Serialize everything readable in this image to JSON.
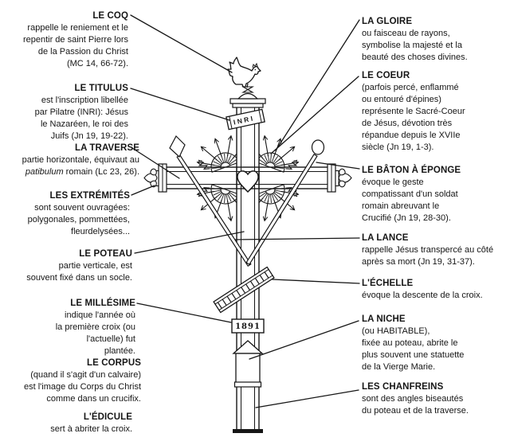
{
  "colors": {
    "ink": "#161616",
    "paper": "#ffffff"
  },
  "cross": {
    "inri": "INRI",
    "millesime": "1891"
  },
  "labels": {
    "coq": {
      "title": "LE COQ",
      "lines": [
        "rappelle le reniement et le",
        "repentir de saint Pierre lors",
        "de la Passion du Christ",
        "(MC 14, 66-72)."
      ]
    },
    "titulus": {
      "title": "LE TITULUS",
      "lines": [
        "est l'inscription libellée",
        "par Pilatre (INRI): Jésus",
        "le Nazaréen, le roi des",
        "Juifs (Jn 19, 19-22)."
      ]
    },
    "traverse": {
      "title": "LA TRAVERSE",
      "line1": "partie horizontale, équivaut au",
      "line2_italic": "patibulum",
      "line2_rest": " romain (Lc 23, 26)."
    },
    "extremites": {
      "title": "LES EXTRÉMITÉS",
      "lines": [
        "sont souvent ouvragées:",
        "polygonales, pommettées,",
        "fleurdelysées..."
      ]
    },
    "poteau": {
      "title": "LE POTEAU",
      "lines": [
        "partie verticale, est",
        "souvent fixé dans un socle."
      ]
    },
    "millesime": {
      "title": "LE MILLÉSIME",
      "lines": [
        "indique l'année où",
        "la première croix (ou",
        "l'actuelle) fut",
        "plantée."
      ]
    },
    "corpus": {
      "title": "LE CORPUS",
      "lines": [
        "(quand il s'agit d'un calvaire)",
        "est l'image du Corps du Christ",
        "comme dans un crucifix."
      ]
    },
    "edicule": {
      "title": "L'ÉDICULE",
      "lines": [
        "sert à abriter la croix."
      ]
    },
    "gloire": {
      "title": "LA GLOIRE",
      "lines": [
        "ou faisceau de rayons,",
        "symbolise la majesté et la",
        "beauté des choses divines."
      ]
    },
    "coeur": {
      "title": "LE COEUR",
      "lines": [
        "(parfois percé, enflammé",
        "ou entouré d'épines)",
        "représente le Sacré-Coeur",
        "de Jésus, dévotion très",
        "répandue depuis le XVIIe",
        "siècle (Jn 19, 1-3)."
      ]
    },
    "baton": {
      "title": "LE BÂTON À ÉPONGE",
      "lines": [
        "évoque le geste",
        "compatissant d'un soldat",
        "romain abreuvant le",
        "Crucifié (Jn 19, 28-30)."
      ]
    },
    "lance": {
      "title": "LA LANCE",
      "lines": [
        "rappelle Jésus transpercé au côté",
        "après sa mort (Jn 19, 31-37)."
      ]
    },
    "echelle": {
      "title": "L'ÉCHELLE",
      "lines": [
        "évoque la descente de la croix."
      ]
    },
    "niche": {
      "title": "LA NICHE",
      "lines": [
        "(ou HABITABLE),",
        "fixée au poteau, abrite le",
        "plus souvent une statuette",
        "de la Vierge Marie."
      ]
    },
    "chanfreins": {
      "title": "LES CHANFREINS",
      "lines": [
        "sont des angles biseautés",
        "du poteau et de la traverse."
      ]
    }
  }
}
